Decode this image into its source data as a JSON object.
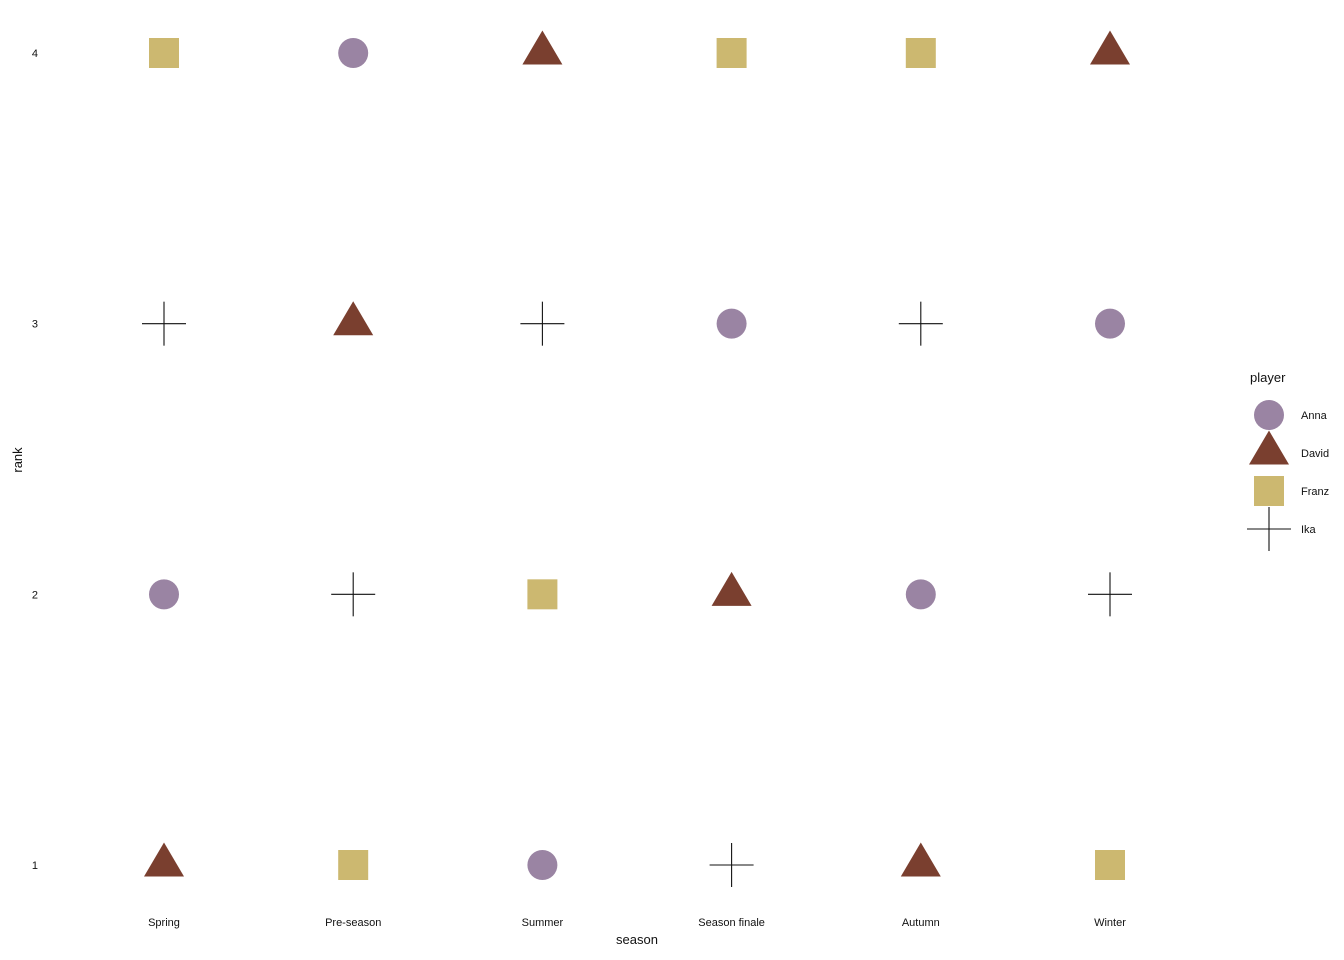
{
  "chart_data": {
    "type": "scatter",
    "title": "",
    "xlabel": "season",
    "ylabel": "rank",
    "categories": [
      "Spring",
      "Pre-season",
      "Summer",
      "Season finale",
      "Autumn",
      "Winter"
    ],
    "y_ticks": [
      "1",
      "2",
      "3",
      "4"
    ],
    "ylim": [
      1,
      4
    ],
    "grid": false,
    "legend": {
      "title": "player",
      "placement": "right"
    },
    "series": [
      {
        "name": "Anna",
        "shape": "circle-icon",
        "color": "#9a84a3",
        "values": [
          2,
          4,
          1,
          3,
          2,
          3
        ]
      },
      {
        "name": "David",
        "shape": "triangle-icon",
        "color": "#7a3f2f",
        "values": [
          1,
          3,
          4,
          2,
          1,
          4
        ]
      },
      {
        "name": "Franz",
        "shape": "square-icon",
        "color": "#ccb870",
        "values": [
          4,
          1,
          2,
          4,
          4,
          1
        ]
      },
      {
        "name": "Ika",
        "shape": "plus-icon",
        "color": "#111111",
        "values": [
          3,
          2,
          3,
          1,
          3,
          2
        ]
      }
    ]
  }
}
